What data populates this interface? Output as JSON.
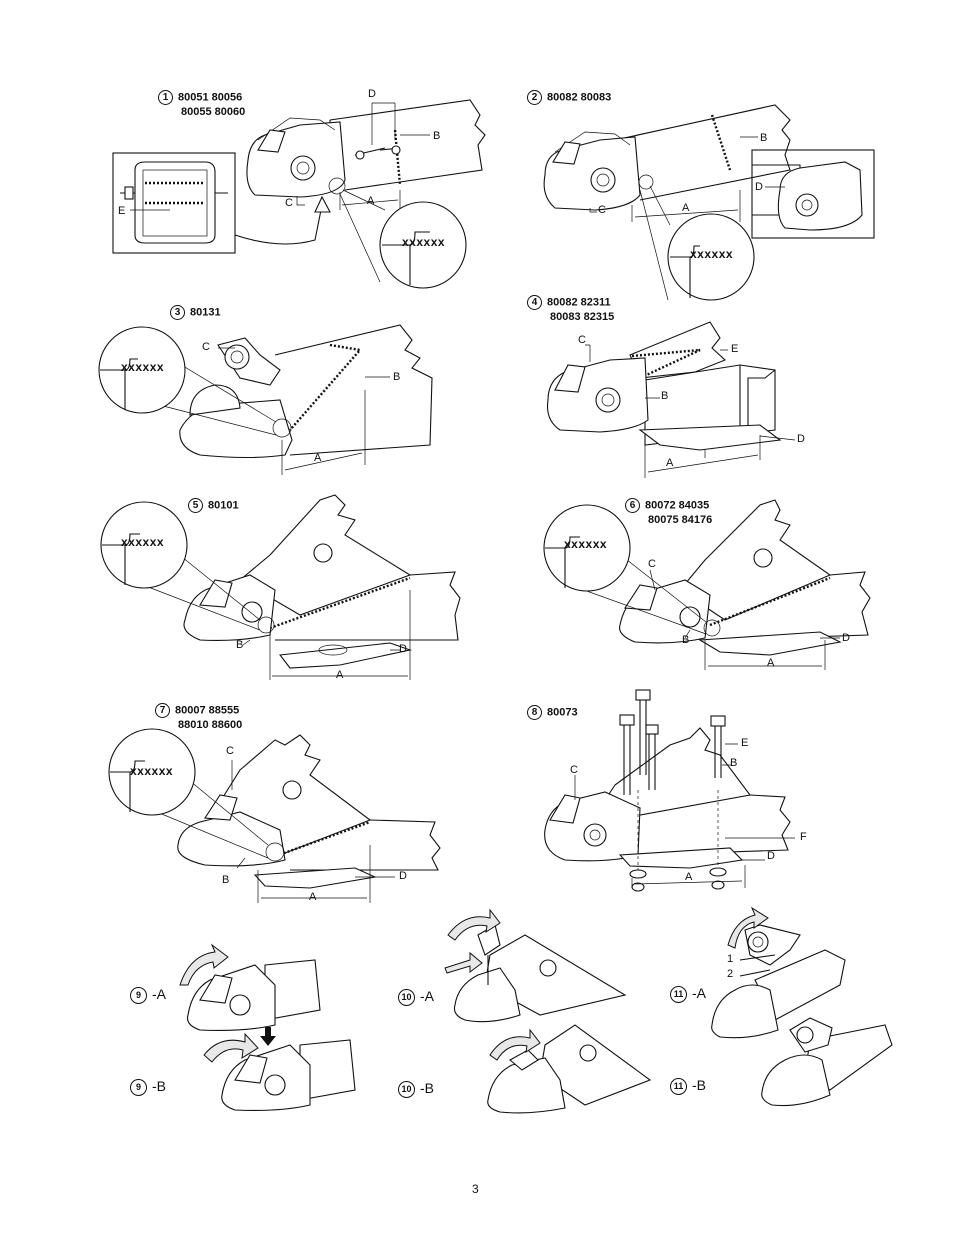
{
  "figures": [
    {
      "num": "1",
      "parts_line1": "80051  80056",
      "parts_line2": "80055  80060"
    },
    {
      "num": "2",
      "parts_line1": "80082  80083",
      "parts_line2": ""
    },
    {
      "num": "3",
      "parts_line1": "80131",
      "parts_line2": ""
    },
    {
      "num": "4",
      "parts_line1": "80082  82311",
      "parts_line2": "80083  82315"
    },
    {
      "num": "5",
      "parts_line1": "80101",
      "parts_line2": ""
    },
    {
      "num": "6",
      "parts_line1": "80072  84035",
      "parts_line2": "80075  84176"
    },
    {
      "num": "7",
      "parts_line1": "80007  88555",
      "parts_line2": "88010  88600"
    },
    {
      "num": "8",
      "parts_line1": "80073",
      "parts_line2": ""
    }
  ],
  "sequence": [
    {
      "num": "9",
      "suffix": "-A"
    },
    {
      "num": "9",
      "suffix": "-B"
    },
    {
      "num": "10",
      "suffix": "-A"
    },
    {
      "num": "10",
      "suffix": "-B"
    },
    {
      "num": "11",
      "suffix": "-A"
    },
    {
      "num": "11",
      "suffix": "-B"
    }
  ],
  "labels": {
    "A": "A",
    "B": "B",
    "C": "C",
    "D": "D",
    "E": "E",
    "F": "F",
    "one": "1",
    "two": "2"
  },
  "weld_symbol": "xxxxxx",
  "page_number": "3"
}
